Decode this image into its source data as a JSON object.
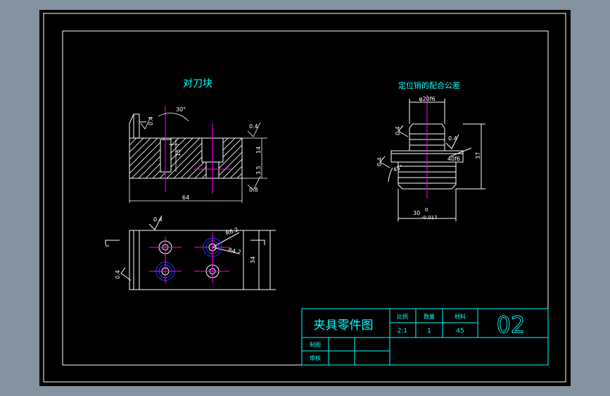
{
  "view_titles": {
    "cutter_block": "对刀块",
    "pin_fit": "定位销的配合公差"
  },
  "cutter_block_front": {
    "angle": "30°",
    "roughness_top_left": "0.4",
    "roughness_right_top": "0.4",
    "roughness_right_bottom": "0.8",
    "dim_inner_height": "15",
    "dim_height_upper": "14",
    "dim_height_lower": "3.5",
    "dim_width": "64"
  },
  "cutter_block_top": {
    "roughness_top": "0.4",
    "roughness_left": "0.4",
    "radius_1": "R6.2",
    "radius_2": "R4.2",
    "dim_height": "34"
  },
  "pin": {
    "dia_top": "φ20f6",
    "roughness_left_top": "0.4",
    "roughness_right": "0.4",
    "roughness_left_bottom": "0.4",
    "fit": "40f6",
    "chamfer": "45°",
    "dim_height": "37",
    "dim_base_nominal": "30",
    "dim_base_upper": "0",
    "dim_base_lower": "-0.017"
  },
  "title_block": {
    "title": "夹具零件图",
    "scale_label": "比例",
    "qty_label": "数量",
    "material_label": "材料",
    "scale_value": "2:1",
    "qty_value": "1",
    "material_value": "45",
    "drawing_number": "02",
    "drawn_label": "制图",
    "checked_label": "审核"
  },
  "colors": {
    "background": "#000000",
    "frame": "#ffffff",
    "cyan": "#00ffff",
    "magenta": "#ff00ff",
    "blue": "#3030ff"
  }
}
